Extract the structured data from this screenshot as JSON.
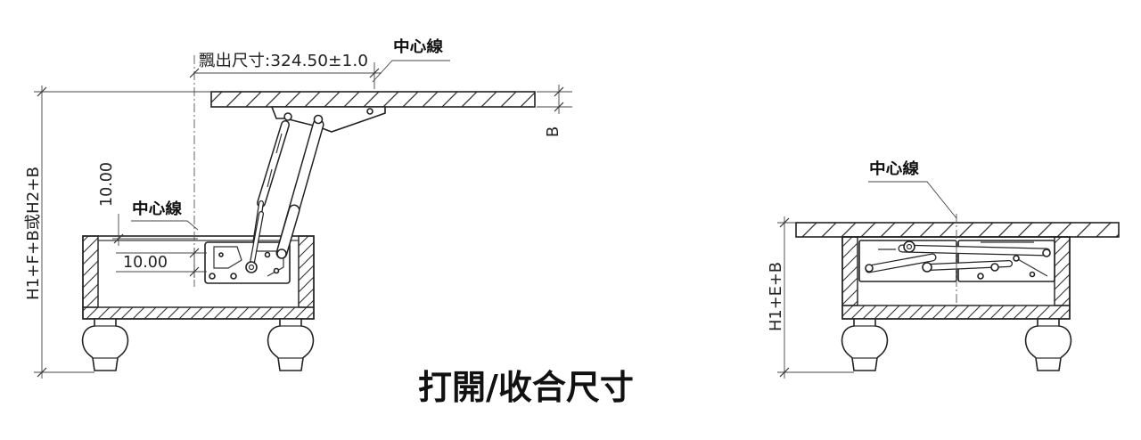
{
  "title": "打開/收合尺寸",
  "labels": {
    "overhang": "飄出尺寸:324.50±1.0",
    "centerline_top": "中心線",
    "b_dim": "B",
    "vertical_offset": "10.00",
    "centerline_left": "中心線",
    "horizontal_offset": "10.00",
    "open_height": "H1+F+B或H2+B",
    "closed_height": "H1+E+B",
    "centerline_right": "中心線"
  },
  "colors": {
    "line": "#333333",
    "background": "#ffffff"
  }
}
